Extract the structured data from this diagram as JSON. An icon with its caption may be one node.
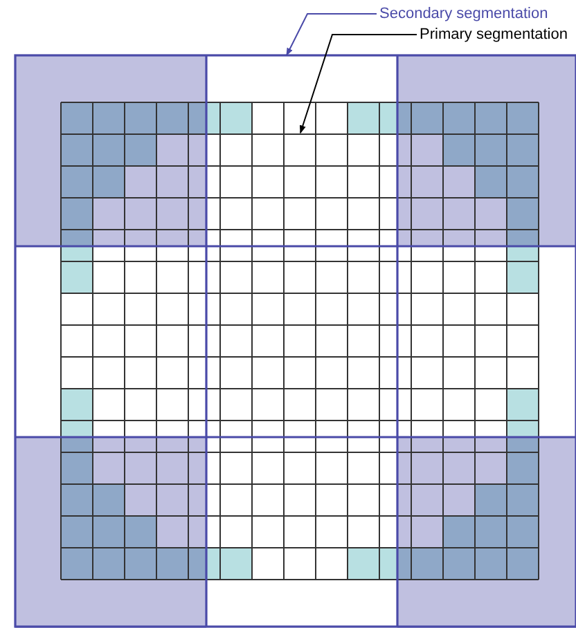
{
  "diagram": {
    "nodes": [
      {
        "text": [
          "Secondary segmentation"
        ]
      },
      {
        "text": [],
        "shape": "box"
      },
      {
        "text": [
          "Primary segmentation"
        ]
      },
      {
        "text": [],
        "shape": "box",
        "in": 1
      }
    ],
    "edges": [
      {
        "from": 0,
        "to": 1,
        "arrow": "to",
        "color": "#4a4aa8"
      },
      {
        "from": 2,
        "to": 3,
        "arrow": "to",
        "color": "#000000"
      }
    ]
  }
}
